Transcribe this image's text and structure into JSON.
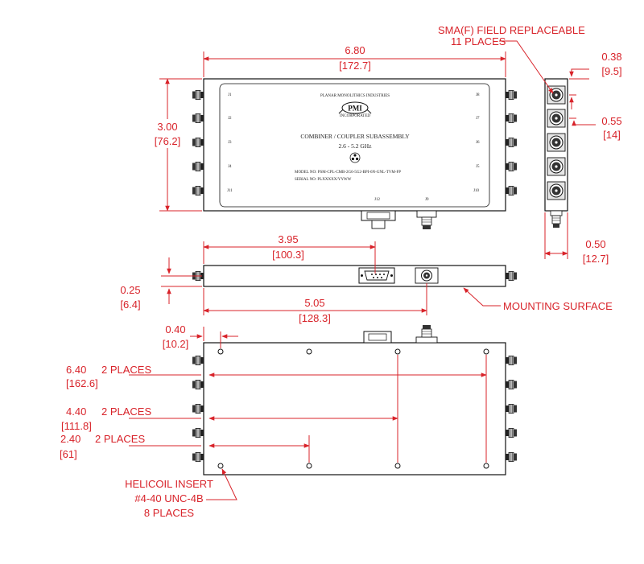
{
  "top_view": {
    "width_in": "6.80",
    "width_mm": "[172.7]",
    "height_in": "3.00",
    "height_mm": "[76.2]",
    "manufacturer": "PLANAR MONOLITHICS INDUSTRIES",
    "logo_text": "PMI",
    "logo_sub": "INCORPORATED",
    "product_title": "COMBINER / COUPLER SUBASSEMBLY",
    "frequency": "2.6 - 5.2 GHz",
    "model_no": "MODEL NO: PSM-CPL-CMB-2G6-5G2-BPI-6N-GNL-TVM-FP",
    "serial_no": "SERIAL NO: PLXXXXX/YYWW",
    "port_labels_left": [
      "J1",
      "J2",
      "J3",
      "J4",
      "J11"
    ],
    "port_labels_right": [
      "J8",
      "J7",
      "J6",
      "J5",
      "J10"
    ],
    "port_label_bottom_mid": "J12",
    "port_label_bottom_right": "J9"
  },
  "side_view": {
    "connector_note_line1": "SMA(F) FIELD REPLACEABLE",
    "connector_note_line2": "11 PLACES",
    "offset_in": "0.38",
    "offset_mm": "[9.5]",
    "pitch_in": "0.55",
    "pitch_mm": "[14]",
    "depth_in": "0.50",
    "depth_mm": "[12.7]"
  },
  "front_view": {
    "dsub_in": "3.95",
    "dsub_mm": "[100.3]",
    "base_in": "0.25",
    "base_mm": "[6.4]",
    "sma_in": "5.05",
    "sma_mm": "[128.3]",
    "mounting_note": "MOUNTING SURFACE"
  },
  "bottom_view": {
    "hole_offset_in": "0.40",
    "hole_offset_mm": "[10.2]",
    "dim1_in": "6.40",
    "dim1_mm": "[162.6]",
    "dim2_in": "4.40",
    "dim2_mm": "[111.8]",
    "dim3_in": "2.40",
    "dim3_mm": "[61]",
    "places": "2 PLACES",
    "insert_line1": "HELICOIL INSERT",
    "insert_line2": "#4-40 UNC-4B",
    "insert_line3": "8 PLACES"
  }
}
